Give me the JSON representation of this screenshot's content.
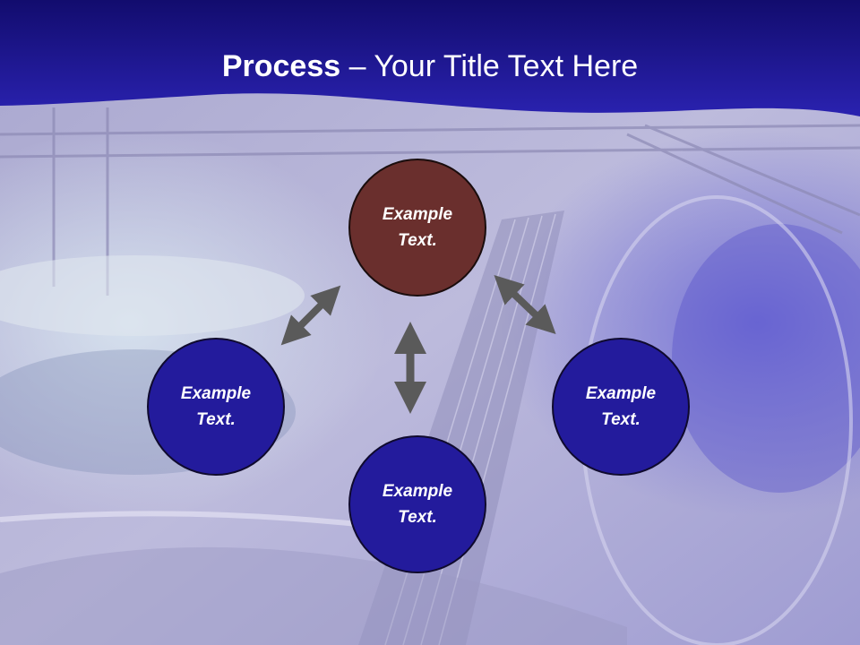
{
  "slide": {
    "title_bold": "Process",
    "title_rest": " – Your Title Text Here"
  },
  "nodes": {
    "top": {
      "text": "Example Text."
    },
    "left": {
      "text": "Example Text."
    },
    "right": {
      "text": "Example Text."
    },
    "bottom": {
      "text": "Example Text."
    }
  },
  "colors": {
    "title_band": "#1a1294",
    "node_primary": "#231b9c",
    "node_accent": "#6a2f2d",
    "arrow": "#5a5a5a"
  },
  "icons": {
    "connector": "double-headed-arrow"
  }
}
